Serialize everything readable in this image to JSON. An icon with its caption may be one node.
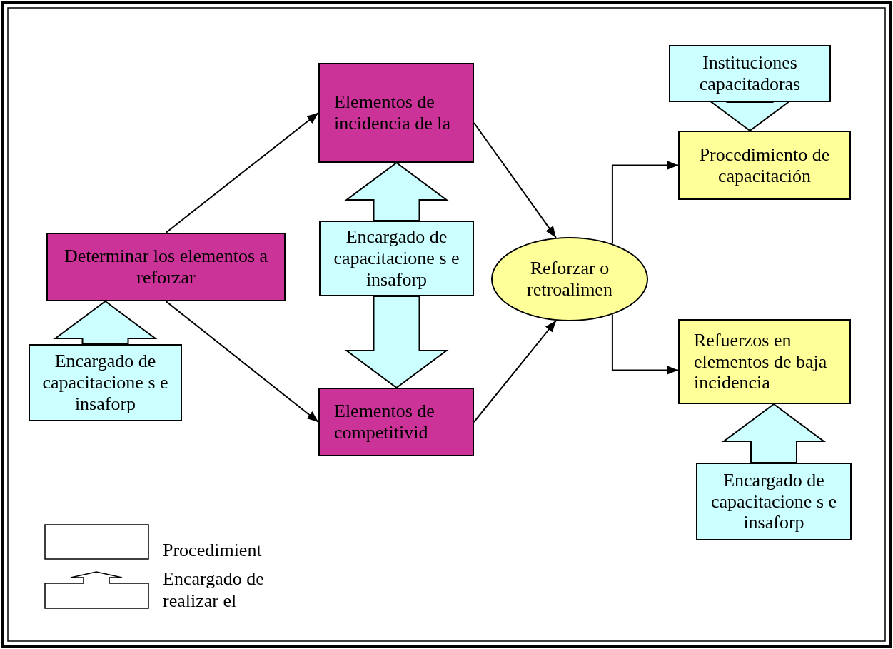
{
  "diagram": {
    "nodes": [
      {
        "text": [
          "Determinar los elementos a reforzar"
        ]
      },
      {
        "text": [
          "Elementos de incidencia de la"
        ]
      },
      {
        "text": [
          "Elementos de competitivid"
        ]
      },
      {
        "text": [
          "Reforzar o retroalimen"
        ]
      },
      {
        "text": [
          "Procedimiento de capacitación"
        ]
      },
      {
        "text": [
          "Refuerzos en elementos de baja incidencia"
        ]
      },
      {
        "text": [
          "Encargado de capacitacione s e insaforp"
        ]
      },
      {
        "text": [
          "Encargado de capacitacione s e insaforp"
        ]
      },
      {
        "text": [
          "Instituciones capacitadoras"
        ]
      },
      {
        "text": [
          "Encargado de capacitacione s e insaforp"
        ]
      }
    ],
    "edges": [
      {
        "from": 0,
        "to": 1,
        "arrow": "to"
      },
      {
        "from": 0,
        "to": 2,
        "arrow": "to"
      },
      {
        "from": 1,
        "to": 3,
        "arrow": "to"
      },
      {
        "from": 2,
        "to": 3,
        "arrow": "to"
      },
      {
        "from": 3,
        "to": 4,
        "arrow": "to"
      },
      {
        "from": 3,
        "to": 5,
        "arrow": "to"
      },
      {
        "from": 6,
        "to": 0,
        "arrow": "to",
        "style": "thick",
        "color": "#ccffff"
      },
      {
        "from": 7,
        "to": 1,
        "arrow": "to",
        "style": "thick",
        "color": "#ccffff"
      },
      {
        "from": 7,
        "to": 2,
        "arrow": "to",
        "style": "thick",
        "color": "#ccffff"
      },
      {
        "from": 8,
        "to": 4,
        "arrow": "to",
        "style": "thick",
        "color": "#ccffff"
      },
      {
        "from": 9,
        "to": 5,
        "arrow": "to",
        "style": "thick",
        "color": "#ccffff"
      }
    ],
    "legend": [
      {
        "text": "Procedimient"
      },
      {
        "text": "Encargado de realizar el"
      }
    ]
  }
}
